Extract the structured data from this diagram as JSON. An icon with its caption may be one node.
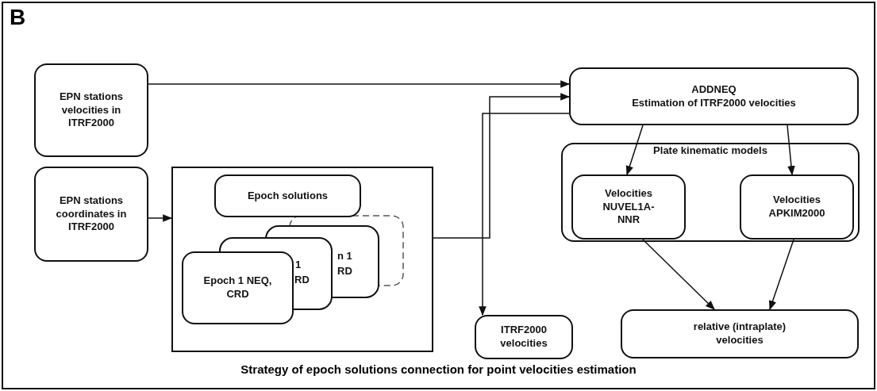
{
  "diagram": {
    "caption": "Strategy of epoch solutions connection for point velocities estimation",
    "nodes": [
      {
        "text": [
          "EPN stations velocities in ITRF2000"
        ]
      },
      {
        "text": [
          "EPN stations coordinates in ITRF2000"
        ]
      },
      {
        "text": [],
        "shape": "box"
      },
      {
        "text": [
          "Epoch solutions"
        ],
        "in": 2
      },
      {
        "text": [
          "Epoch 1 NEQ, CRD"
        ],
        "in": 2
      },
      {
        "text": [
          "ADDNEQ",
          "Estimation of ITRF2000 velocities"
        ]
      },
      {
        "text": [
          "Plate kinematic models"
        ]
      },
      {
        "text": [
          "Velocities NUVEL1A-NNR"
        ],
        "in": 6
      },
      {
        "text": [
          "Velocities APKIM2000"
        ],
        "in": 6
      },
      {
        "text": [
          "ITRF2000 velocities"
        ]
      },
      {
        "text": [
          "relative (intraplate) velocities"
        ]
      }
    ],
    "edges": [
      {
        "from": 0,
        "to": 5,
        "arrow": "to"
      },
      {
        "from": 1,
        "to": 2,
        "arrow": "to"
      },
      {
        "from": 2,
        "to": 5,
        "arrow": "to"
      },
      {
        "from": 5,
        "to": 9,
        "arrow": "to"
      },
      {
        "from": 5,
        "to": 7,
        "arrow": "to"
      },
      {
        "from": 5,
        "to": 8,
        "arrow": "to"
      },
      {
        "from": 7,
        "to": 10,
        "arrow": "to"
      },
      {
        "from": 8,
        "to": 10,
        "arrow": "to"
      }
    ],
    "labels": [
      "B",
      "n 1",
      "RD",
      "1",
      "RD"
    ]
  }
}
